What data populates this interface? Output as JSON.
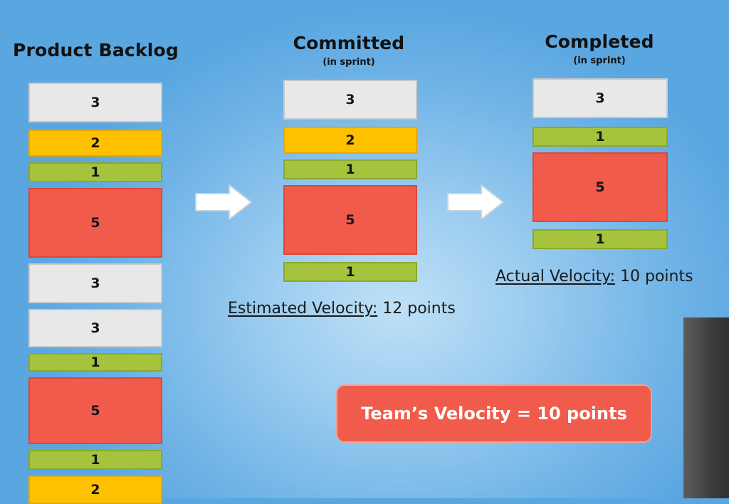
{
  "backlog": {
    "title": "Product Backlog",
    "items": [
      {
        "points": "3",
        "color": "#e8e8e8"
      },
      {
        "points": "2",
        "color": "#ffc000"
      },
      {
        "points": "1",
        "color": "#a5c33d"
      },
      {
        "points": "5",
        "color": "#f15b4b"
      },
      {
        "points": "3",
        "color": "#e8e8e8"
      },
      {
        "points": "3",
        "color": "#e8e8e8"
      },
      {
        "points": "1",
        "color": "#a5c33d"
      },
      {
        "points": "5",
        "color": "#f15b4b"
      },
      {
        "points": "1",
        "color": "#a5c33d"
      },
      {
        "points": "2",
        "color": "#ffc000"
      }
    ]
  },
  "committed": {
    "title": "Committed",
    "subtitle": "(in sprint)",
    "items": [
      {
        "points": "3",
        "color": "#e8e8e8"
      },
      {
        "points": "2",
        "color": "#ffc000"
      },
      {
        "points": "1",
        "color": "#a5c33d"
      },
      {
        "points": "5",
        "color": "#f15b4b"
      },
      {
        "points": "1",
        "color": "#a5c33d"
      }
    ],
    "velocity_label": "Estimated Velocity:",
    "velocity_value": " 12 points"
  },
  "completed": {
    "title": "Completed",
    "subtitle": "(in sprint)",
    "items": [
      {
        "points": "3",
        "color": "#e8e8e8"
      },
      {
        "points": "1",
        "color": "#a5c33d"
      },
      {
        "points": "5",
        "color": "#f15b4b"
      },
      {
        "points": "1",
        "color": "#a5c33d"
      }
    ],
    "velocity_label": "Actual Velocity:",
    "velocity_value": " 10 points"
  },
  "team_velocity": "Team’s Velocity = 10 points",
  "colors": {
    "grey": "#e8e8e8",
    "orange": "#ffc000",
    "green": "#a5c33d",
    "red": "#f15b4b",
    "arrow_fill": "#ffffff"
  }
}
